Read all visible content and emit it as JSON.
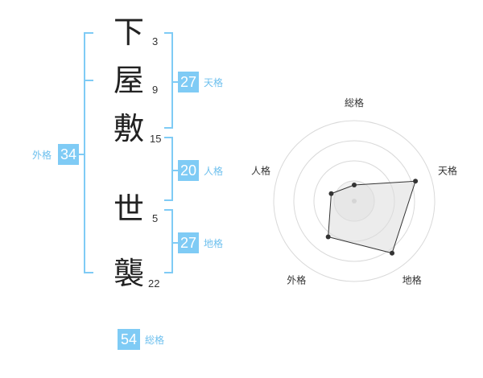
{
  "characters": [
    {
      "char": "下",
      "strokes": "3"
    },
    {
      "char": "屋",
      "strokes": "9"
    },
    {
      "char": "敷",
      "strokes": "15"
    },
    {
      "char": "世",
      "strokes": "5"
    },
    {
      "char": "襲",
      "strokes": "22"
    }
  ],
  "kakusu": {
    "tenkaku": {
      "value": "27",
      "label": "天格"
    },
    "jinkaku": {
      "value": "20",
      "label": "人格"
    },
    "chikaku": {
      "value": "27",
      "label": "地格"
    },
    "gaikaku": {
      "value": "34",
      "label": "外格"
    },
    "soukaku": {
      "value": "54",
      "label": "総格"
    }
  },
  "colors": {
    "accent": "#7fcbf5",
    "accent_text": "#6ec0ee",
    "grid": "#d9d9d9",
    "polygon_fill": "#f0f0f0",
    "polygon_stroke": "#333333"
  },
  "chart_data": {
    "type": "radar",
    "axes": [
      "総格",
      "天格",
      "地格",
      "外格",
      "人格"
    ],
    "rings": 4,
    "values": [
      0.2,
      0.8,
      0.8,
      0.55,
      0.3
    ]
  }
}
